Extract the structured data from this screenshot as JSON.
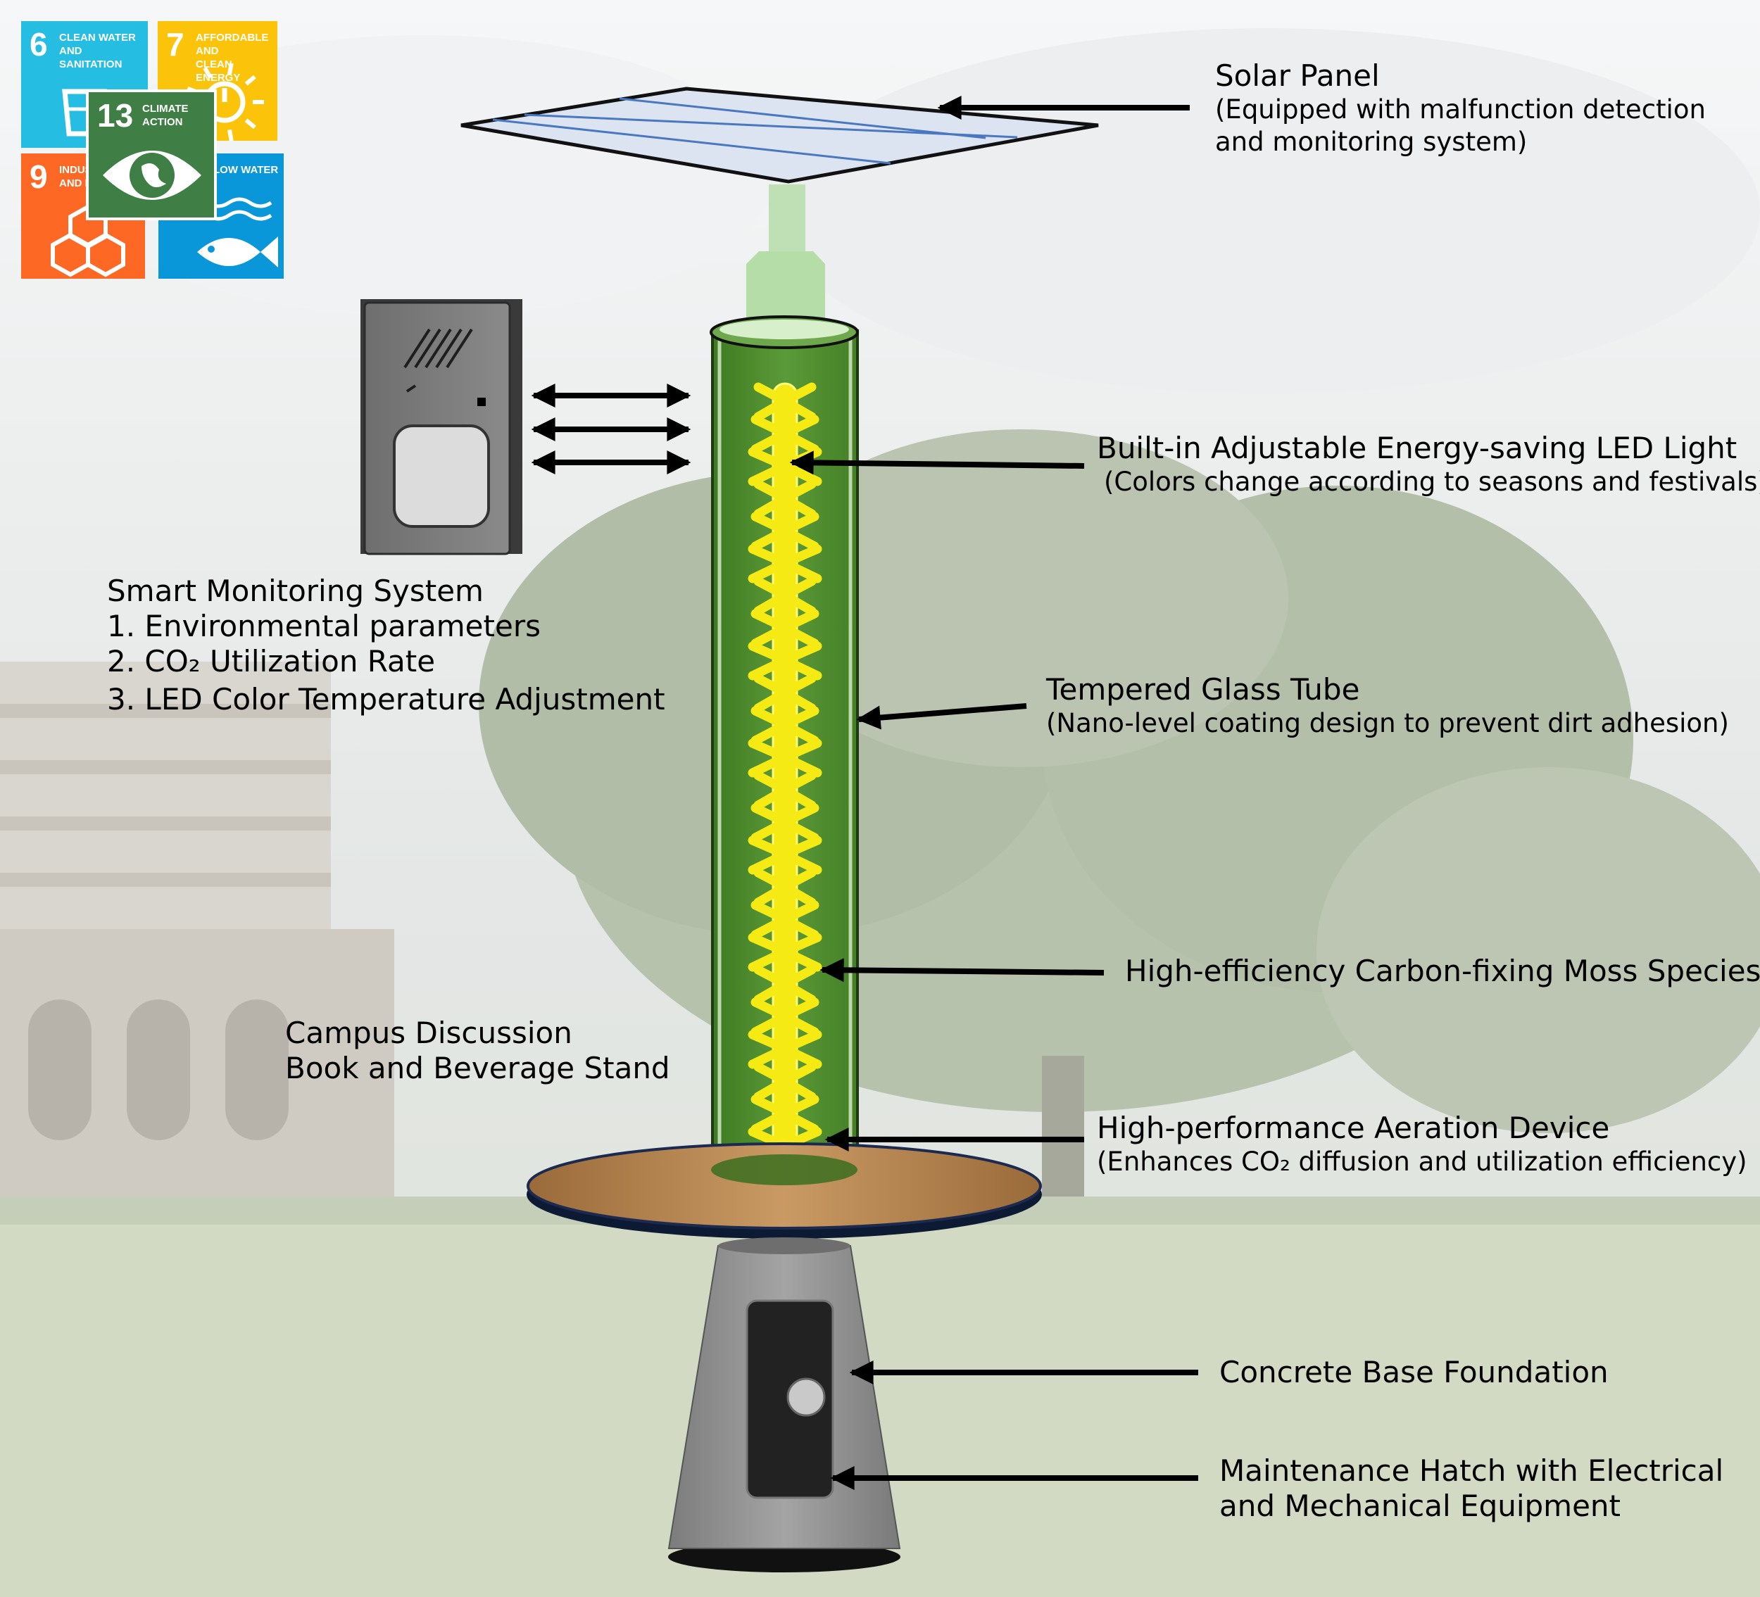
{
  "sdg_icons": [
    {
      "number": "6",
      "text": "CLEAN WATER\nAND SANITATION",
      "color": "#26BDE2",
      "icon": "water-glass-icon"
    },
    {
      "number": "7",
      "text": "AFFORDABLE AND\nCLEAN ENERGY",
      "color": "#FCC30B",
      "icon": "sun-power-icon"
    },
    {
      "number": "9",
      "text": "INDUSTRY\nAND INFRA",
      "color": "#FD6925",
      "icon": "cubes-icon"
    },
    {
      "number": "",
      "text": "LOW WATER",
      "color": "#0A97D9",
      "icon": "fish-icon"
    },
    {
      "number": "13",
      "text": "CLIMATE\nACTION",
      "color": "#3F7E44",
      "icon": "eye-globe-icon"
    }
  ],
  "callouts": {
    "solar_panel": {
      "title": "Solar Panel",
      "sub1": "(Equipped with malfunction detection",
      "sub2": "and monitoring system)"
    },
    "led_light": {
      "title": "Built-in Adjustable Energy-saving LED Light",
      "sub": "(Colors change according to seasons and festivals)"
    },
    "monitoring": {
      "title": "Smart Monitoring System",
      "item1": "1. Environmental parameters",
      "item2": "2. CO₂ Utilization Rate",
      "item3": "3. LED Color Temperature Adjustment"
    },
    "glass_tube": {
      "title": "Tempered Glass Tube",
      "sub": "(Nano-level coating design to prevent dirt adhesion)"
    },
    "moss": {
      "title": "High-efficiency Carbon-fixing Moss Species"
    },
    "stand": {
      "line1": "Campus Discussion",
      "line2": "Book and Beverage Stand"
    },
    "aeration": {
      "title": "High-performance Aeration Device",
      "sub": "(Enhances CO₂ diffusion and utilization efficiency)"
    },
    "concrete": {
      "title": "Concrete Base Foundation"
    },
    "hatch": {
      "line1": "Maintenance Hatch with Electrical",
      "line2": "and Mechanical Equipment"
    }
  },
  "colors": {
    "tube_green": "#4E8C2E",
    "led_yellow": "#F5EA14",
    "solar_blue": "#DCE4F2",
    "table_wood": "#B98A55",
    "concrete": "#8C8C8C",
    "background_tree": "#BFC8B8"
  }
}
